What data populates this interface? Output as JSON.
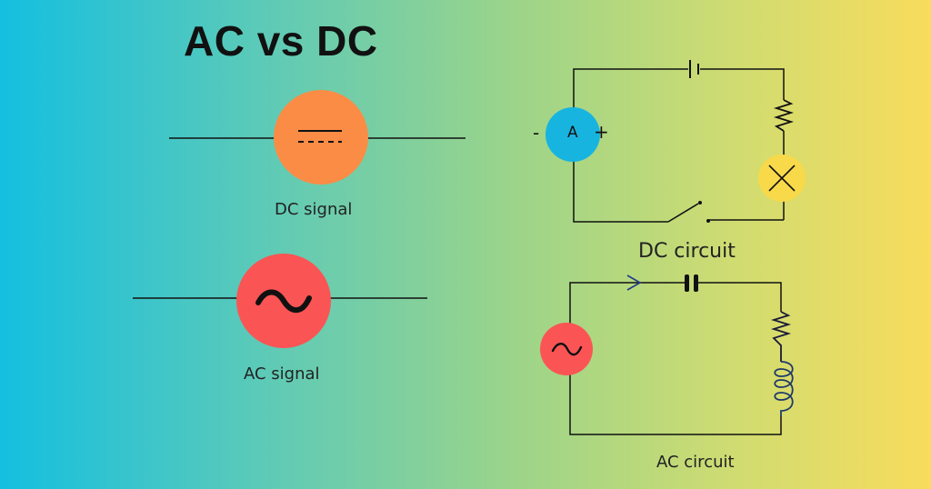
{
  "title": "AC vs DC",
  "dc_signal": {
    "label": "DC signal",
    "color": "#fb8c46"
  },
  "ac_signal": {
    "label": "AC signal",
    "color": "#fb5454"
  },
  "dc_circuit": {
    "label": "DC circuit",
    "ammeter": {
      "letter": "A",
      "minus": "-",
      "plus": "+",
      "color": "#18b4e0"
    },
    "lamp_color": "#f8d94a",
    "components": [
      "battery",
      "resistor",
      "lamp",
      "switch",
      "ammeter"
    ]
  },
  "ac_circuit": {
    "label": "AC circuit",
    "source_color": "#fb5454",
    "components": [
      "ac-source",
      "capacitor",
      "resistor",
      "inductor"
    ]
  }
}
